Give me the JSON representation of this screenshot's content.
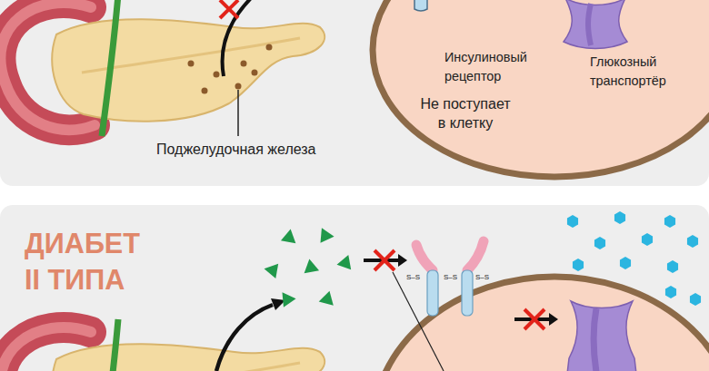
{
  "diagram": {
    "nodes": [
      {
        "text": [
          "Поджелудочная железа"
        ]
      },
      {
        "text": [
          "Инсулиновый рецептор",
          "Не поступает в клетку",
          "Глюкозный транспортёр"
        ],
        "in": 0
      },
      {
        "text": [
          "ДИАБЕТ II ТИПА"
        ]
      }
    ],
    "labels": [
      "S–S",
      "S–S",
      "S–S"
    ]
  }
}
